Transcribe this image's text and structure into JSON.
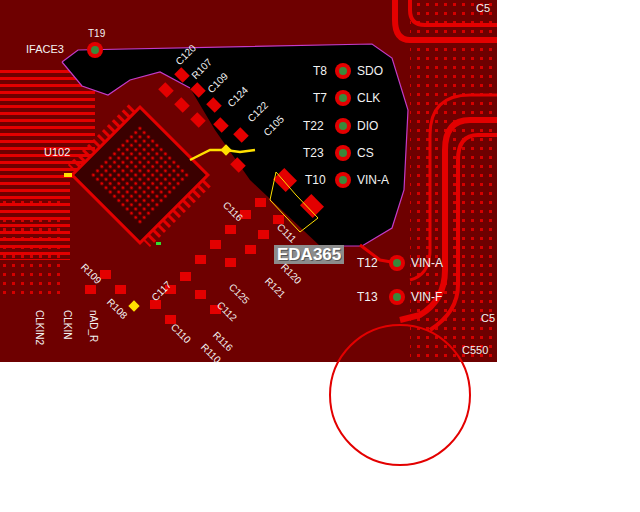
{
  "diagram": {
    "labels": [
      "IFACE3",
      "T19",
      "U102",
      "C120",
      "R107",
      "C109",
      "C124",
      "C122",
      "C105",
      "T8",
      "SDO",
      "T7",
      "CLK",
      "T22",
      "DIO",
      "T23",
      "CS",
      "T10",
      "VIN-A",
      "EDA365",
      "T12",
      "VIN-A",
      "T13",
      "VIN-F",
      "C550",
      "C5",
      "C5",
      "R109",
      "R108",
      "C117",
      "C110",
      "R116",
      "R110",
      "C112",
      "C125",
      "R121",
      "R120",
      "C111",
      "C116",
      "nAD_R",
      "CLKIN",
      "CLKIN2"
    ]
  }
}
